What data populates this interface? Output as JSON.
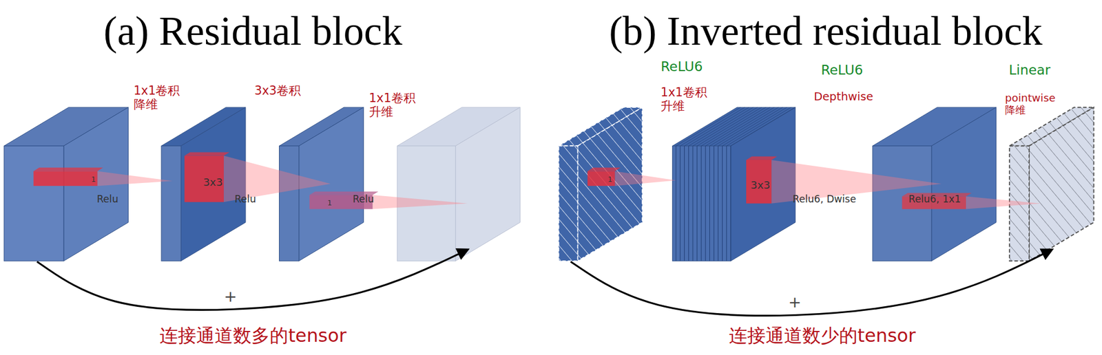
{
  "diagram": {
    "labels": [
      "(a) Residual block",
      "(b) Inverted residual block",
      "1x1卷积 降维",
      "3x3卷积",
      "1x1卷积 升维",
      "1",
      "Relu",
      "3x3",
      "Relu",
      "1",
      "Relu",
      "+",
      "连接通道数多的tensor",
      "ReLU6",
      "1x1卷积 升维",
      "ReLU6",
      "Depthwise",
      "Linear",
      "pointwise 降维",
      "1",
      "3x3",
      "Relu6, Dwise",
      "Relu6, 1x1",
      "+",
      "连接通道数少的tensor"
    ]
  }
}
